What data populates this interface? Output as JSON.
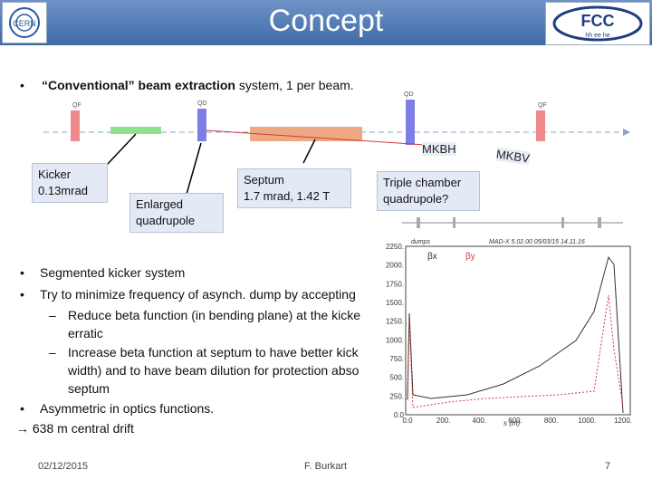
{
  "header": {
    "title": "Concept",
    "left_logo_text": "CERN",
    "right_logo_text": "FCC",
    "right_logo_sub": "hh ee he"
  },
  "bullets": {
    "b1_quoted": "“Conventional” beam extraction",
    "b1_rest": " system, 1 per beam.",
    "b2": "Segmented kicker system",
    "b3": "Try to minimize frequency of asynch. dump by accepting",
    "b3a": "Reduce beta function (in bending plane) at the kicke",
    "b3a_cont": "erratic",
    "b3b": "Increase beta function at septum to have better kick",
    "b3b_cont": "width) and to have beam dilution for protection abso",
    "b3b_cont2": "septum",
    "b4": "Asymmetric in optics functions.",
    "b5": "638 m central drift"
  },
  "beamline": {
    "labels": {
      "qf_left": "QF",
      "qd_mid": "QD",
      "qd_right": "QD",
      "qf_right": "QF"
    },
    "mkbh": "MKBH",
    "mkbv": "MKBV"
  },
  "callouts": {
    "kicker": [
      "Kicker",
      "0.13mrad"
    ],
    "enlarged": [
      "Enlarged",
      "quadrupole"
    ],
    "septum": [
      "Septum",
      "1.7 mrad, 1.42 T"
    ],
    "triple": [
      "Triple chamber",
      "quadrupole?"
    ]
  },
  "plot": {
    "header_left": "dumps",
    "header_right": "MAD-X 5.02.00 05/03/15 14.11.16",
    "legend_bx": "βx",
    "legend_by": "βy",
    "y_ticks": [
      "2250.",
      "2000.",
      "1750.",
      "1500.",
      "1250.",
      "1000.",
      "750.",
      "500.",
      "250.",
      "0.0"
    ],
    "x_ticks": [
      "0.0",
      "200.",
      "400.",
      "600.",
      "800.",
      "1000.",
      "1200."
    ],
    "x_label": "s (m)",
    "colors": {
      "bx": "#333333",
      "by": "#d33b3b"
    }
  },
  "footer": {
    "date": "02/12/2015",
    "author": "F. Burkart",
    "page": "7"
  }
}
